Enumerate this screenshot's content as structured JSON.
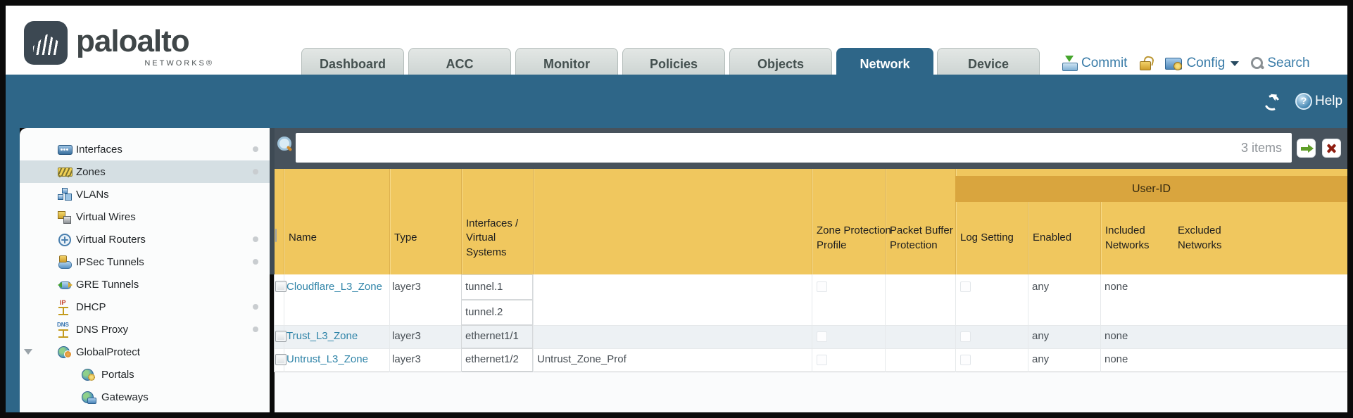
{
  "brand": {
    "name": "paloalto",
    "sub": "NETWORKS®"
  },
  "nav": {
    "tabs": [
      {
        "label": "Dashboard"
      },
      {
        "label": "ACC"
      },
      {
        "label": "Monitor"
      },
      {
        "label": "Policies"
      },
      {
        "label": "Objects"
      },
      {
        "label": "Network",
        "active": true
      },
      {
        "label": "Device"
      }
    ],
    "commit_label": "Commit",
    "config_label": "Config",
    "search_label": "Search"
  },
  "band": {
    "help_label": "Help"
  },
  "sidebar": {
    "items": [
      {
        "label": "Interfaces",
        "dot": true
      },
      {
        "label": "Zones",
        "dot": true,
        "selected": true
      },
      {
        "label": "VLANs"
      },
      {
        "label": "Virtual Wires"
      },
      {
        "label": "Virtual Routers",
        "dot": true
      },
      {
        "label": "IPSec Tunnels",
        "dot": true
      },
      {
        "label": "GRE Tunnels"
      },
      {
        "label": "DHCP",
        "dot": true
      },
      {
        "label": "DNS Proxy",
        "dot": true
      },
      {
        "label": "GlobalProtect",
        "expanded": true
      },
      {
        "label": "Portals",
        "indent": true
      },
      {
        "label": "Gateways",
        "indent": true
      }
    ]
  },
  "toolbar": {
    "items_count": "3 items"
  },
  "table": {
    "group_header": "User-ID",
    "columns": [
      "Name",
      "Type",
      "Interfaces / Virtual Systems",
      "Zone Protection Profile",
      "Packet Buffer Protection",
      "Log Setting",
      "Enabled",
      "Included Networks",
      "Excluded Networks"
    ],
    "rows": [
      {
        "name": "Cloudflare_L3_Zone",
        "type": "layer3",
        "interfaces": [
          "tunnel.1",
          "tunnel.2"
        ],
        "zone_protection_profile": "",
        "packet_buffer_protection": false,
        "log_setting": "",
        "enabled": false,
        "included_networks": "any",
        "excluded_networks": "none"
      },
      {
        "name": "Trust_L3_Zone",
        "type": "layer3",
        "interfaces": [
          "ethernet1/1"
        ],
        "zone_protection_profile": "",
        "packet_buffer_protection": false,
        "log_setting": "",
        "enabled": false,
        "included_networks": "any",
        "excluded_networks": "none"
      },
      {
        "name": "Untrust_L3_Zone",
        "type": "layer3",
        "interfaces": [
          "ethernet1/2"
        ],
        "zone_protection_profile": "Untrust_Zone_Prof",
        "packet_buffer_protection": false,
        "log_setting": "",
        "enabled": false,
        "included_networks": "any",
        "excluded_networks": "none"
      }
    ]
  },
  "colors": {
    "accent_teal": "#2e6688",
    "header_gold": "#f0c75e",
    "group_gold": "#d9a53e",
    "link_blue": "#2f84a8"
  }
}
